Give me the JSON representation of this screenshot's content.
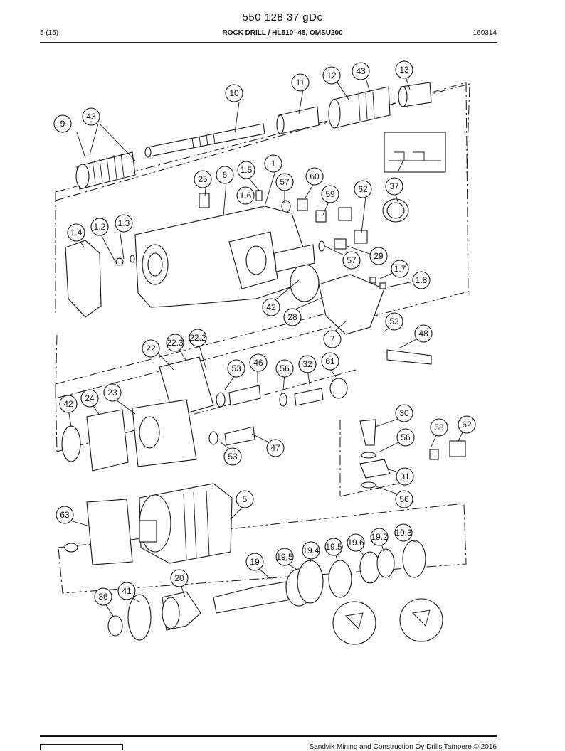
{
  "header": {
    "doc_number": "550 128 37 gDc",
    "page": "5 (15)",
    "title": "ROCK DRILL / HL510 -45, OMSU200",
    "date_code": "160314"
  },
  "footer": {
    "copyright": "Sandvik Mining and Construction Oy Drills Tampere © 2016"
  },
  "callouts": [
    "13",
    "43",
    "12",
    "11",
    "10",
    "9",
    "43",
    "1",
    "1.5",
    "6",
    "25",
    "60",
    "57",
    "1.6",
    "59",
    "62",
    "37",
    "1.3",
    "1.2",
    "1.4",
    "29",
    "57",
    "1.7",
    "1.8",
    "42",
    "28",
    "53",
    "7",
    "48",
    "22.2",
    "22.3",
    "22",
    "46",
    "53",
    "56",
    "32",
    "61",
    "23",
    "24",
    "42",
    "30",
    "58",
    "62",
    "56",
    "47",
    "53",
    "31",
    "56",
    "5",
    "63",
    "19.3",
    "19.2",
    "19.6",
    "19.5",
    "19.4",
    "19.5",
    "19",
    "20",
    "41",
    "36"
  ]
}
